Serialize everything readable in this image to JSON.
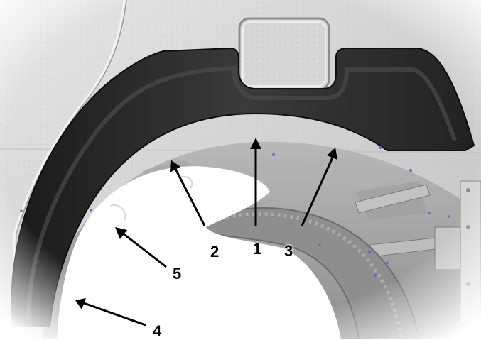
{
  "labels": {
    "one": "1",
    "two": "2",
    "three": "3",
    "four": "4",
    "five": "5"
  },
  "colors": {
    "background": "#ffffff",
    "body_panel": "#cfcfcf",
    "body_panel_light": "#e8e8e8",
    "fender_flare": "#2a2a2a",
    "fender_flare_edge": "#111111",
    "wheel_well": "#9a9a9a",
    "tire": "#888888",
    "arrow": "#000000",
    "scan_noise": "#8a4fd6"
  },
  "icons": [
    "fuel-door-icon",
    "arrow-icon"
  ]
}
